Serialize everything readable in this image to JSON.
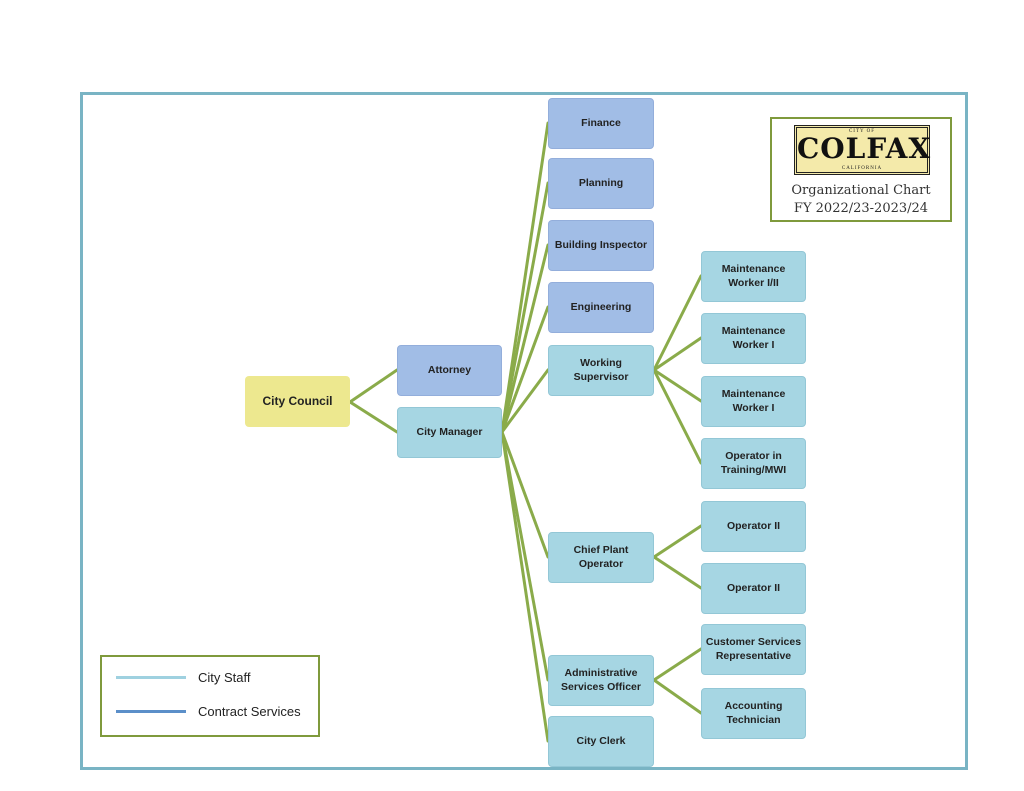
{
  "nodes": {
    "city_council": "City Council",
    "attorney": "Attorney",
    "city_manager": "City Manager",
    "finance": "Finance",
    "planning": "Planning",
    "building_inspector": "Building Inspector",
    "engineering": "Engineering",
    "working_supervisor": "Working Supervisor",
    "chief_plant_operator": "Chief Plant Operator",
    "admin_services_officer": "Administrative Services Officer",
    "city_clerk": "City Clerk",
    "maint_worker_1_2": "Maintenance Worker I/II",
    "maint_worker_1a": "Maintenance Worker I",
    "maint_worker_1b": "Maintenance Worker I",
    "operator_training": "Operator in Training/MWI",
    "operator_2a": "Operator II",
    "operator_2b": "Operator II",
    "customer_services_rep": "Customer Services Representative",
    "accounting_technician": "Accounting Technician"
  },
  "logo": {
    "city_of": "CITY OF",
    "name": "COLFAX",
    "state": "CALIFORNIA",
    "caption_line1": "Organizational Chart",
    "caption_line2": "FY 2022/23-2023/24"
  },
  "legend": {
    "staff_label": "City Staff",
    "staff_color": "#9fd1e0",
    "contract_label": "Contract Services",
    "contract_color": "#5b8fc9"
  },
  "colors": {
    "connector": "#8aab4a",
    "frame": "#79b4c4",
    "council": "#ede88f",
    "contract_box": "#a1bde6",
    "staff_box": "#a6d6e3"
  }
}
